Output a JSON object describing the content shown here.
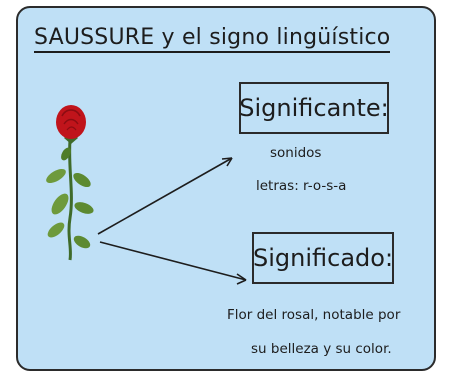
{
  "title": "SAUSSURE y el signo lingüístico",
  "significante": {
    "label": "Significante:",
    "lines": [
      "sonidos",
      "letras: r-o-s-a"
    ]
  },
  "significado": {
    "label": "Significado:",
    "lines": [
      "Flor del rosal, notable por",
      "su belleza y su color."
    ]
  },
  "colors": {
    "background": "#bfe0f6",
    "border": "#2b2b2b",
    "rose": "#c0141b",
    "stem": "#3f6b2a",
    "leaf": "#6e9a3c"
  },
  "icons": [
    "rose-illustration",
    "arrow-to-significante",
    "arrow-to-significado"
  ]
}
